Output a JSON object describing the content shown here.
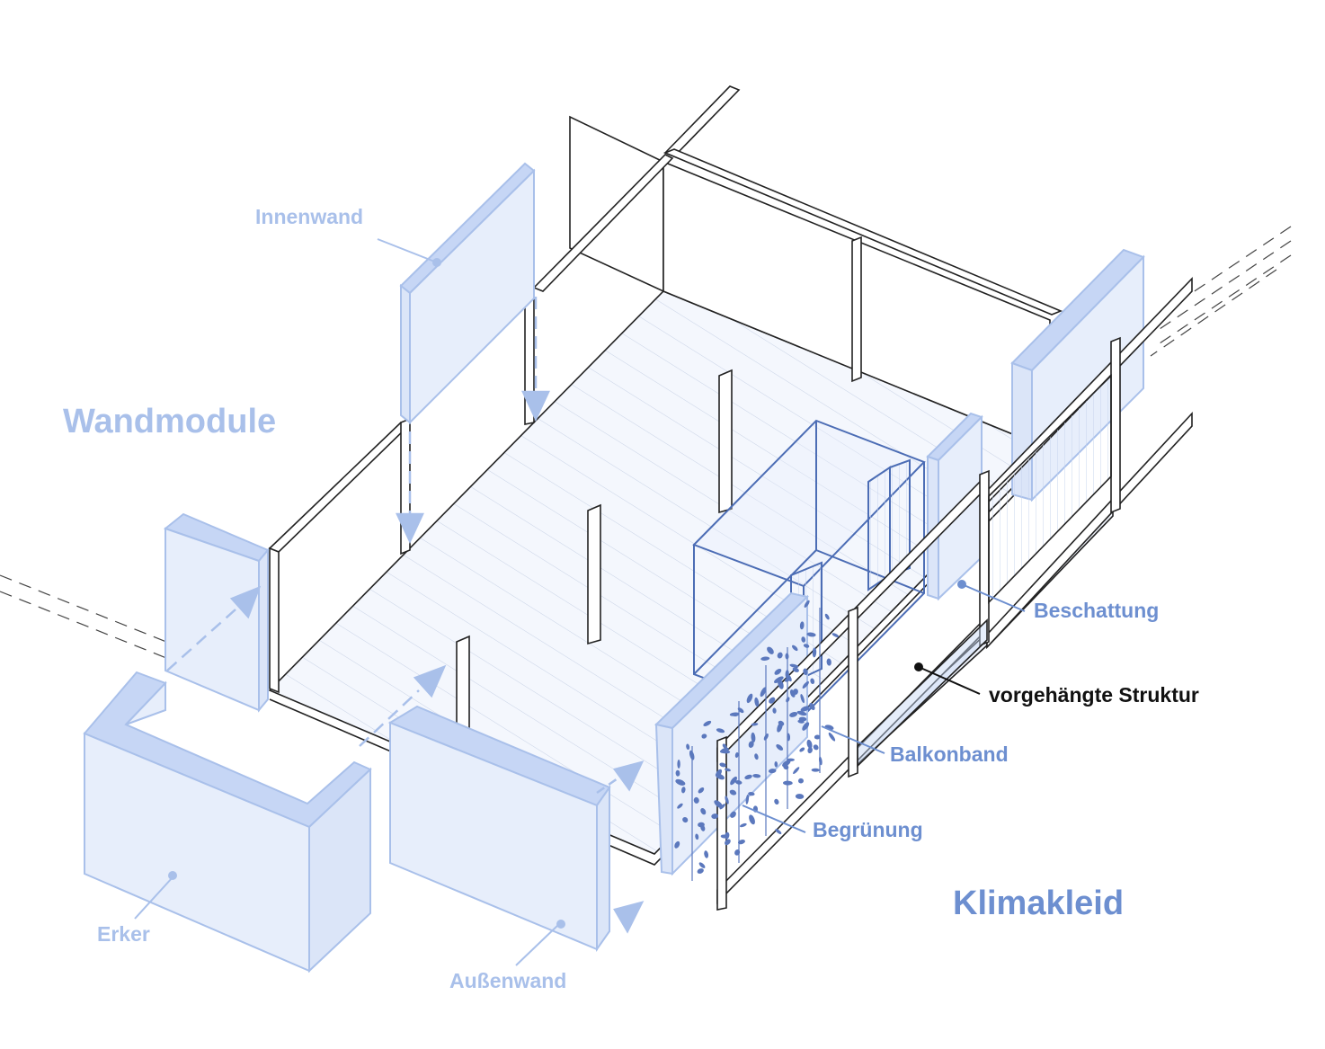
{
  "labels": {
    "innenwand": "Innenwand",
    "wandmodule": "Wandmodule",
    "erker": "Erker",
    "aussenwand": "Außenwand",
    "beschattung": "Beschattung",
    "vorgehaengte": "vorgehängte Struktur",
    "balkonband": "Balkonband",
    "begruenung": "Begrünung",
    "klimakleid": "Klimakleid"
  },
  "colors": {
    "module_fill": "#e7eefb",
    "module_top": "#c6d6f5",
    "light_blue": "#a9c0ea",
    "mid_blue": "#6d8fd0",
    "dark_blue": "#4c6db5",
    "leaf": "#5b78bd",
    "frame": "#222222"
  }
}
